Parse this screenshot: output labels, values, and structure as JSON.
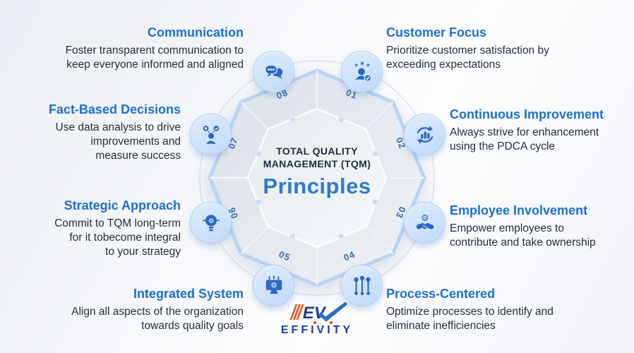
{
  "center": {
    "heading_line1": "TOTAL QUALITY",
    "heading_line2": "MANAGEMENT (TQM)",
    "title": "Principles"
  },
  "principles": [
    {
      "number": "01",
      "title": "Customer Focus",
      "icon": "customer-focus-icon",
      "lines": [
        "Prioritize customer satisfaction by",
        "exceeding expectations"
      ]
    },
    {
      "number": "02",
      "title": "Continuous Improvement",
      "icon": "continuous-improvement-icon",
      "lines": [
        "Always strive for enhancement",
        "using the PDCA cycle"
      ]
    },
    {
      "number": "03",
      "title": "Employee Involvement",
      "icon": "employee-involvement-icon",
      "lines": [
        "Empower employees to",
        "contribute and take ownership"
      ]
    },
    {
      "number": "04",
      "title": "Process-Centered",
      "icon": "process-centered-icon",
      "lines": [
        "Optimize processes to identify and",
        "eliminate inefficiencies"
      ]
    },
    {
      "number": "05",
      "title": "Integrated System",
      "icon": "integrated-system-icon",
      "lines": [
        "Align all aspects of the organization",
        "towards quality goals"
      ]
    },
    {
      "number": "06",
      "title": "Strategic Approach",
      "icon": "strategic-approach-icon",
      "lines": [
        "Commit to TQM long-term",
        "for it tobecome integral",
        "to your strategy"
      ]
    },
    {
      "number": "07",
      "title": "Fact-Based Decisions",
      "icon": "fact-based-decisions-icon",
      "lines": [
        "Use data analysis to drive",
        "improvements and",
        "measure success"
      ]
    },
    {
      "number": "08",
      "title": "Communication",
      "icon": "communication-icon",
      "lines": [
        "Foster transparent communication to",
        "keep everyone informed and aligned"
      ]
    }
  ],
  "logo": {
    "brand": "EFFIVITY",
    "mark": "EV",
    "word_p1": "EFF",
    "word_i1": "I",
    "word_p2": "V",
    "word_i2": "I",
    "word_p3": "TY"
  },
  "colors": {
    "heading_blue": "#1d6fd3",
    "principles_blue": "#2b7ad3",
    "icon_blue": "#2a68c6",
    "ring_number_blue": "#3d6cb1",
    "logo_navy": "#1c3e97",
    "logo_orange": "#e8571f",
    "circle_fill": "#c6ddf8",
    "octagon_border": "#b7d4f4"
  }
}
